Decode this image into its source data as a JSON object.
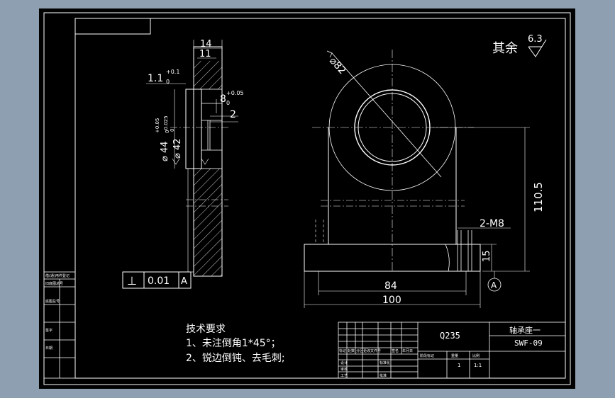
{
  "dims": {
    "d14": "14",
    "d11": "11",
    "d1_1": "1.1",
    "d1_1_tol_up": "+0.1",
    "d1_1_tol_low": "0",
    "d8": "8",
    "d8_tol_up": "+0.05",
    "d8_tol_low": "0",
    "d2": "2",
    "d44": "⌀ 44",
    "d44_tol_up": "+0.05",
    "d44_tol_low": "0",
    "d42": "⌀ 42",
    "d42_tol_up": "0",
    "d42_tol_low": "-0.025",
    "phi": "⌀82",
    "d110_5": "110.5",
    "m8": "2-M8",
    "d15": "15",
    "d84": "84",
    "d100": "100",
    "datum": "A"
  },
  "tolerance_frame": {
    "symbol": "⊥",
    "value": "0.01",
    "datum": "A"
  },
  "surface_note": {
    "text": "其余",
    "roughness": "6.3"
  },
  "tech": {
    "title": "技术要求",
    "line1": "1、未注倒角1*45°；",
    "line2": "2、锐边倒钝、去毛刺;"
  },
  "title_block": {
    "material": "Q235",
    "part_name": "轴承座一",
    "part_code": "SWF-09",
    "col_labels": [
      "标记",
      "处数",
      "分区",
      "更改文件号",
      "签名",
      "年月日"
    ],
    "row_labels": [
      "设计",
      "审核",
      "工艺"
    ],
    "row_mid_labels": [
      "标准化",
      "",
      "批准"
    ],
    "stage_labels": [
      "阶段标记",
      "重量",
      "比例"
    ],
    "scale": "1:1",
    "qty": "1"
  },
  "left_strip": [
    "借(通)用件登记",
    "旧底图总号",
    "底图总号",
    "签字",
    "日期"
  ],
  "colors": {
    "background": "#8f9fb2",
    "paper": "#000000",
    "line": "#ffffff"
  }
}
